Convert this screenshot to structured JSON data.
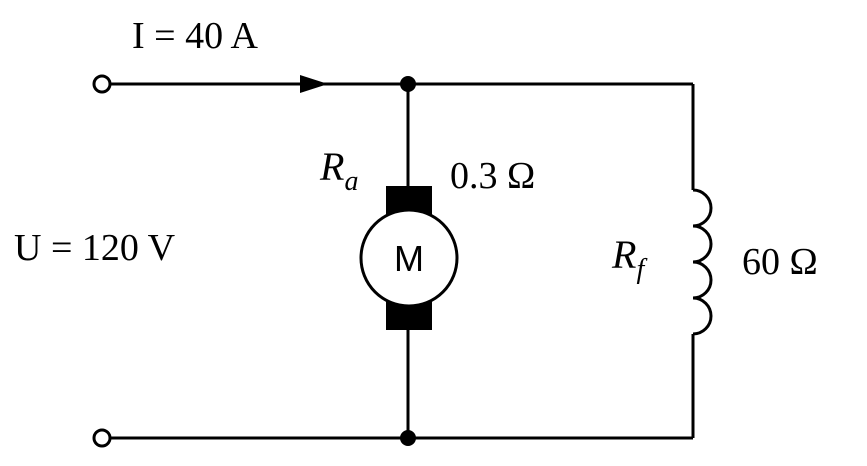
{
  "labels": {
    "current": "I = 40 A",
    "voltage": "U = 120 V",
    "armature_symbol": "R",
    "armature_subscript": "a",
    "armature_value": "0.3 Ω",
    "field_symbol": "R",
    "field_subscript": "f",
    "field_value": "60 Ω",
    "motor_letter": "M"
  },
  "colors": {
    "line": "#000000",
    "background": "#ffffff"
  },
  "components": {
    "motor": "dc-motor-symbol",
    "field_winding": "inductor-coil-symbol",
    "terminals": "open-circle-terminal",
    "junctions": "filled-dot-node",
    "current_direction": "arrowhead-right"
  }
}
